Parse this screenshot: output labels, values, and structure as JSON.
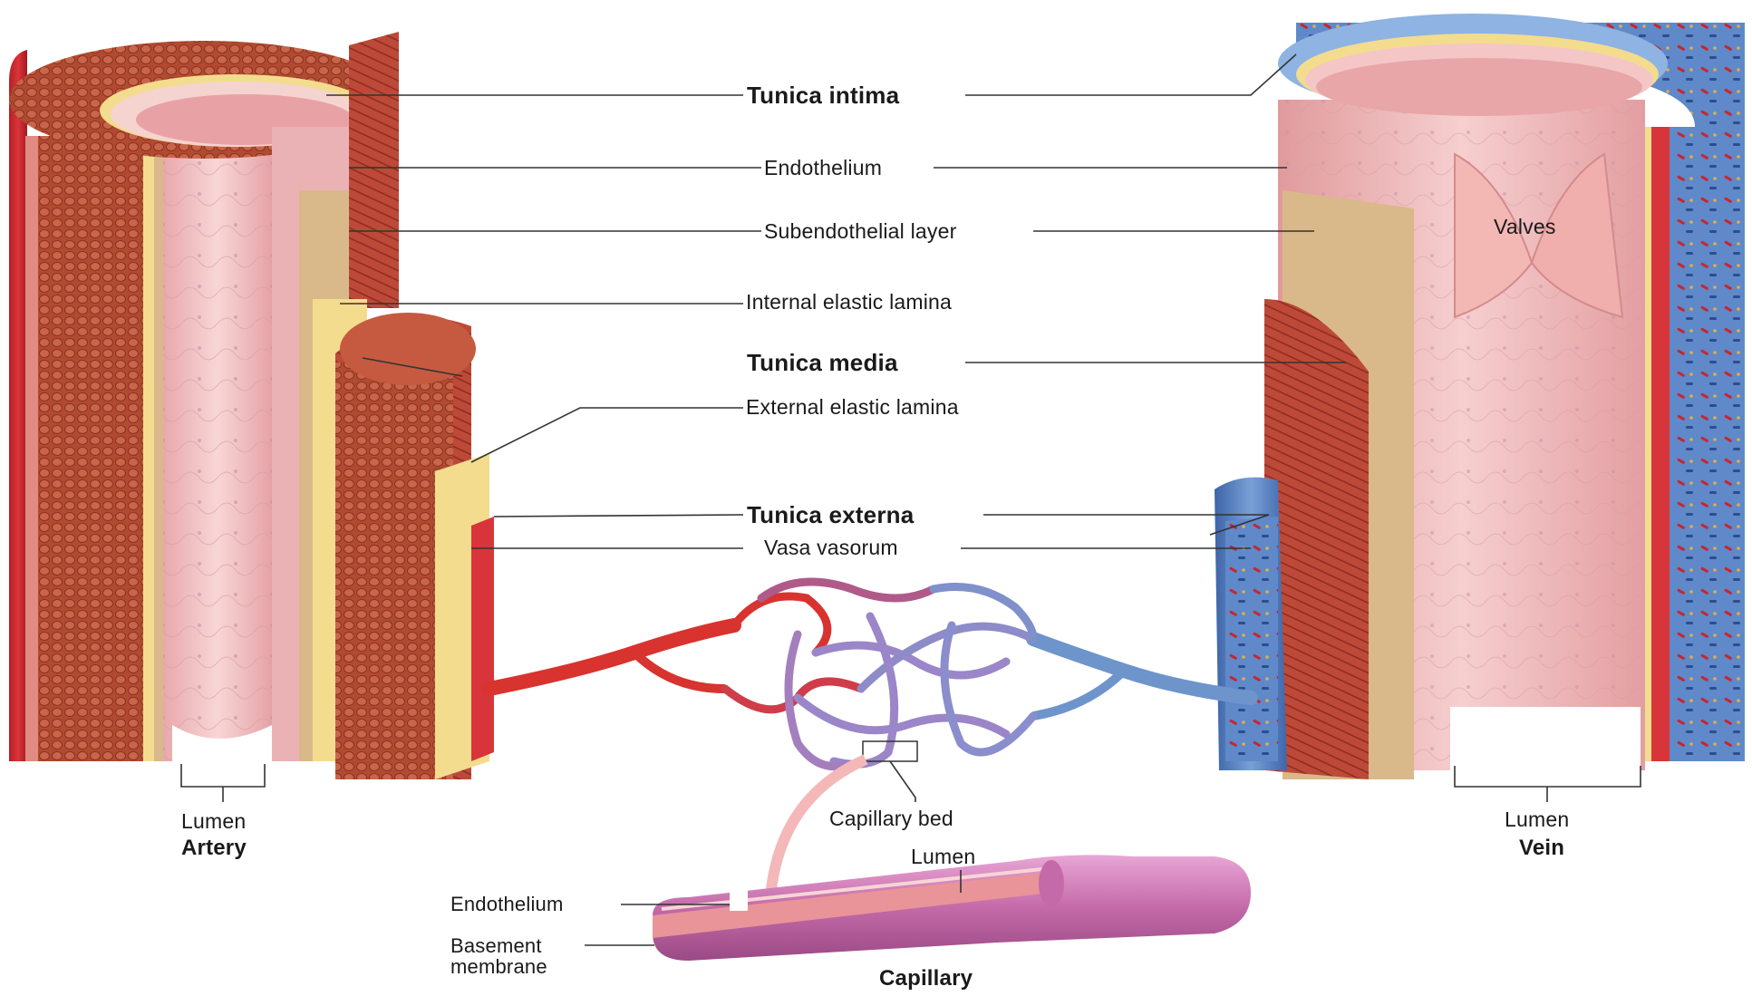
{
  "labels": {
    "tunica_intima": "Tunica intima",
    "endothelium": "Endothelium",
    "subendothelial_layer": "Subendothelial layer",
    "internal_elastic_lamina": "Internal elastic lamina",
    "tunica_media": "Tunica media",
    "external_elastic_lamina": "External elastic lamina",
    "tunica_externa": "Tunica externa",
    "vasa_vasorum": "Vasa vasorum",
    "valves": "Valves",
    "artery_lumen": "Lumen",
    "artery": "Artery",
    "vein_lumen": "Lumen",
    "vein": "Vein",
    "capillary_bed": "Capillary bed",
    "capillary_lumen": "Lumen",
    "capillary_endothelium": "Endothelium",
    "basement_membrane_1": "Basement",
    "basement_membrane_2": "membrane",
    "capillary": "Capillary"
  },
  "colors": {
    "artery_red": "#c8262c",
    "muscle": "#b84a32",
    "intima_pink": "#f2c2c4",
    "elastic_yellow": "#f3dc8e",
    "subendothelial_tan": "#d9b98a",
    "vein_blue": "#5b86c8",
    "capillary_purple": "#9a86c8",
    "capillary_tube": "#c46aa8",
    "leader_line": "#333333"
  }
}
